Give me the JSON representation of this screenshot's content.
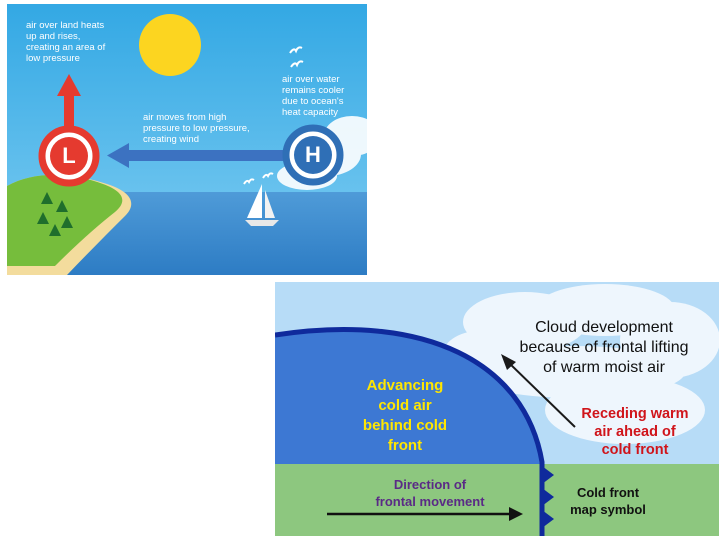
{
  "sea_breeze_diagram": {
    "land_text": "air over land heats\nup and rises,\ncreating an area of\nlow pressure",
    "water_text": "air over water\nremains cooler\ndue to ocean's\nheat capacity",
    "wind_text": "air moves from high\npressure to low pressure,\ncreating wind",
    "low_symbol": "L",
    "high_symbol": "H",
    "colors": {
      "sky": "#3fb0e6",
      "sea": "#3d8fd0",
      "land": "#76bd3c",
      "sand": "#f3dc9d",
      "low": "#e53a2f",
      "high": "#2f6fb6",
      "sun": "#fcd520"
    }
  },
  "cold_front_diagram": {
    "cloud_text": "Cloud development\nbecause of frontal lifting\nof warm moist air",
    "cold_air_text": "Advancing\ncold air\nbehind cold\nfront",
    "warm_air_text": "Receding warm\nair ahead of\ncold front",
    "direction_text": "Direction of\nfrontal movement",
    "symbol_text": "Cold front\nmap symbol",
    "colors": {
      "sky": "#b7dcf7",
      "cold_air": "#3d78d3",
      "ground": "#8dc77f",
      "front": "#0f2a9c",
      "cold_label": "#ffe600",
      "warm_label": "#d0141a",
      "direction_label": "#5a2a86"
    }
  }
}
